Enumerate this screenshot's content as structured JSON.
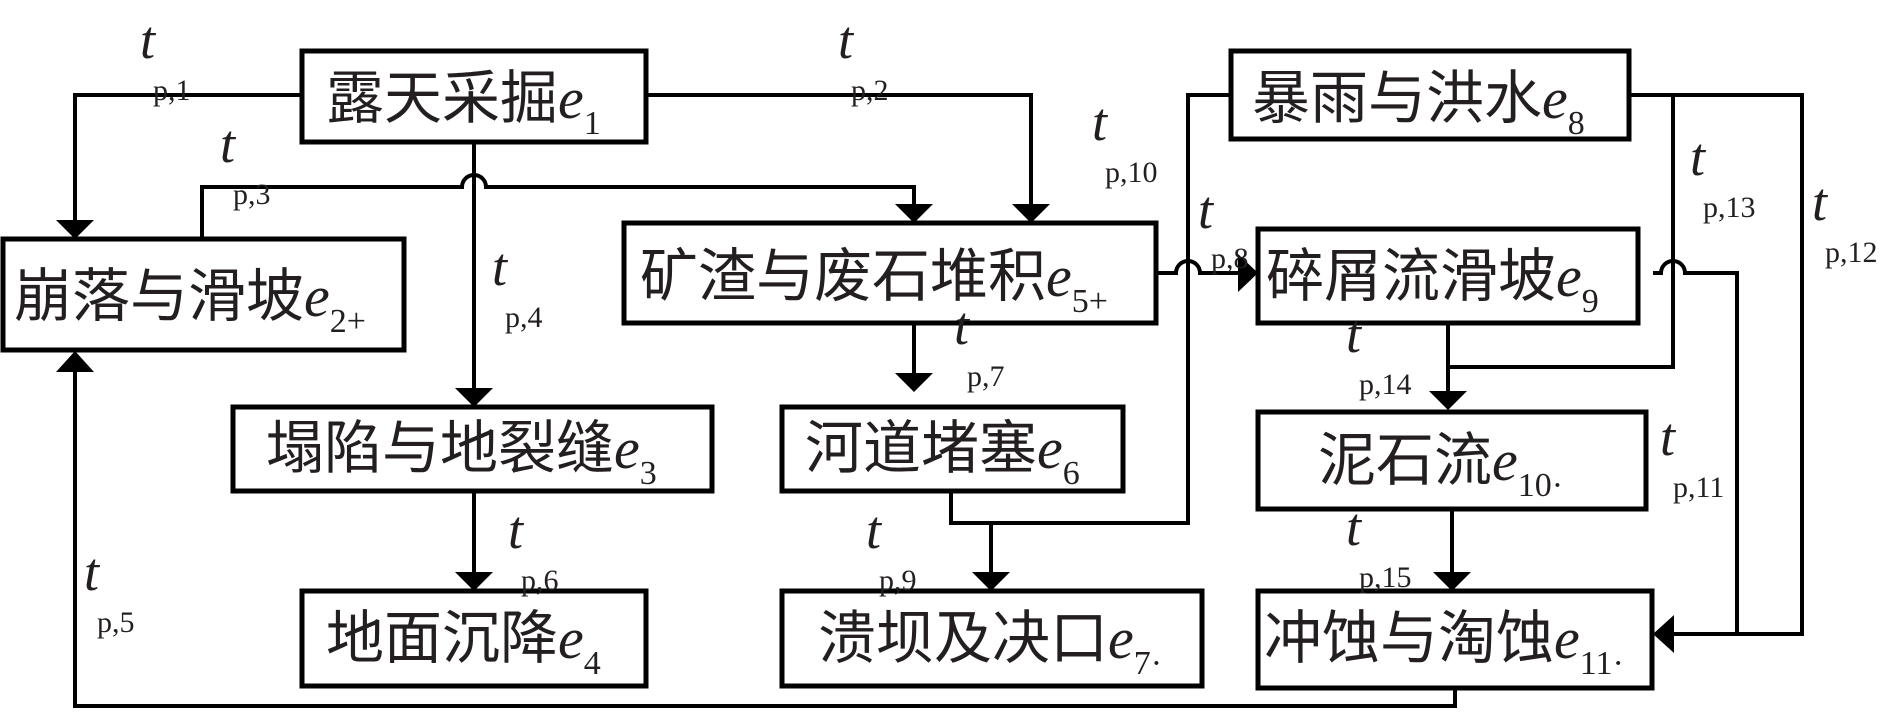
{
  "diagram": {
    "nodes": [
      {
        "id": "e1",
        "label": "露天采掘",
        "var": "e",
        "sub": "1"
      },
      {
        "id": "e2",
        "label": "崩落与滑坡",
        "var": "e",
        "sub": "2+"
      },
      {
        "id": "e3",
        "label": "塌陷与地裂缝",
        "var": "e",
        "sub": "3"
      },
      {
        "id": "e4",
        "label": "地面沉降",
        "var": "e",
        "sub": "4"
      },
      {
        "id": "e5",
        "label": "矿渣与废石堆积",
        "var": "e",
        "sub": "5+"
      },
      {
        "id": "e6",
        "label": "河道堵塞",
        "var": "e",
        "sub": "6"
      },
      {
        "id": "e7",
        "label": "溃坝及决口",
        "var": "e",
        "sub": "7·"
      },
      {
        "id": "e8",
        "label": "暴雨与洪水",
        "var": "e",
        "sub": "8"
      },
      {
        "id": "e9",
        "label": "碎屑流滑坡",
        "var": "e",
        "sub": "9"
      },
      {
        "id": "e10",
        "label": "泥石流",
        "var": "e",
        "sub": "10·"
      },
      {
        "id": "e11",
        "label": "冲蚀与淘蚀",
        "var": "e",
        "sub": "11·"
      }
    ],
    "edges": [
      {
        "id": "tp1",
        "t": "t",
        "sub": "p,1",
        "from": "e1",
        "to": "e2"
      },
      {
        "id": "tp2",
        "t": "t",
        "sub": "p,2",
        "from": "e1",
        "to": "e5"
      },
      {
        "id": "tp3",
        "t": "t",
        "sub": "p,3",
        "from": "e2",
        "to": "e5"
      },
      {
        "id": "tp4",
        "t": "t",
        "sub": "p,4",
        "from": "e1",
        "to": "e3"
      },
      {
        "id": "tp5",
        "t": "t",
        "sub": "p,5",
        "from": "e11",
        "to": "e2"
      },
      {
        "id": "tp6",
        "t": "t",
        "sub": "p,6",
        "from": "e3",
        "to": "e4"
      },
      {
        "id": "tp7",
        "t": "t",
        "sub": "p,7",
        "from": "e5",
        "to": "e6"
      },
      {
        "id": "tp8",
        "t": "t",
        "sub": "p,8",
        "from": "e5",
        "to": "e9"
      },
      {
        "id": "tp9",
        "t": "t",
        "sub": "p,9",
        "from": "e6",
        "to": "e7"
      },
      {
        "id": "tp10",
        "t": "t",
        "sub": "p,10",
        "from": "e8",
        "to": "e7"
      },
      {
        "id": "tp11",
        "t": "t",
        "sub": "p,11",
        "from": "e9",
        "to": "e11"
      },
      {
        "id": "tp12",
        "t": "t",
        "sub": "p,12",
        "from": "e8",
        "to": "e11"
      },
      {
        "id": "tp13",
        "t": "t",
        "sub": "p,13",
        "from": "e8",
        "to": "e10"
      },
      {
        "id": "tp14",
        "t": "t",
        "sub": "p,14",
        "from": "e9",
        "to": "e10"
      },
      {
        "id": "tp15",
        "t": "t",
        "sub": "p,15",
        "from": "e10",
        "to": "e11"
      }
    ]
  }
}
